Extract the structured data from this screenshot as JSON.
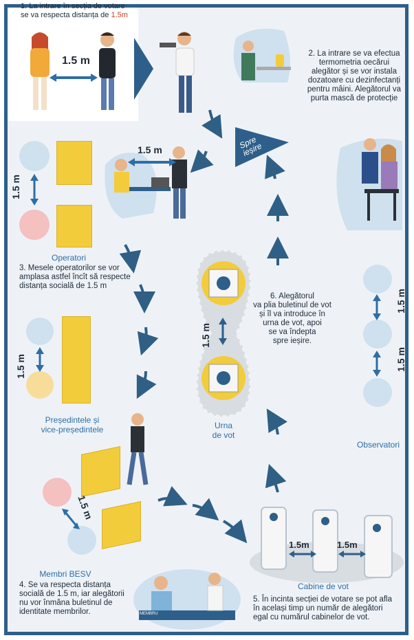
{
  "steps": {
    "s1_line1": "1. La intrare în secția de votare",
    "s1_line2_pre": "se va respecta distanța de ",
    "s1_line2_hl": "1.5m",
    "s2": [
      "2. La intrare se va efectua",
      "termometria oecărui",
      "alegător și se vor instala",
      "dozatoare cu dezinfectanți",
      "pentru mâini. Alegătorul va",
      "purta mască de protecție"
    ],
    "s3": [
      "3. Mesele operatorilor se vor",
      "amplasa astfel încît să respecte",
      "distanța socială de 1.5 m"
    ],
    "s4": [
      "4. Se va respecta distanța",
      "socială de 1.5 m, iar alegătorii",
      "nu vor înmâna buletinul de",
      "identitate membrilor."
    ],
    "s5": [
      "5. În incinta secției de votare se pot afla",
      "în același timp un număr de alegători",
      "egal cu numărul cabinelor de vot."
    ],
    "s6": [
      "6. Alegătorul",
      "va plia buletinul de vot",
      "și îl va introduce în",
      "urna de vot, apoi",
      "se va îndepta",
      "spre ieșire."
    ]
  },
  "labels": {
    "operatori": "Operatori",
    "presedinte1": "Președintele și",
    "presedinte2": "vice-președintele",
    "urna1": "Urna",
    "urna2": "de vot",
    "observatori": "Observatori",
    "membri": "Membri BESV",
    "cabine": "Cabine de vot",
    "spre": "Spre",
    "iesire": "ieșire",
    "membru_sign": "MEMBRU"
  },
  "distances": {
    "entry": "1.5 m",
    "operator_table": "1.5 m",
    "operators_vertical": "1.5 m",
    "president": "1.5 m",
    "urn": "1.5 m",
    "members": "1.5 m",
    "observers_top": "1.5 m",
    "observers_bottom": "1.5 m",
    "booth1": "1.5m",
    "booth2": "1.5m"
  },
  "colors": {
    "frame": "#2d5f8a",
    "arrow": "#2f5f84",
    "desk": "#f3cc3c",
    "label": "#2d6ea6",
    "highlight": "#d33c2b"
  }
}
